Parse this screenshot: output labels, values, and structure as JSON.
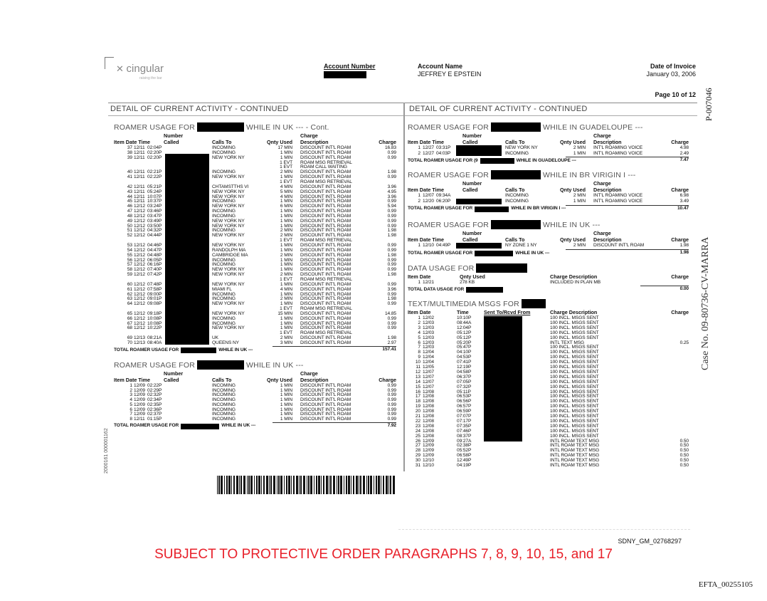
{
  "header": {
    "logo": "cingular",
    "logo_tagline": "raising the bar",
    "account_number_label": "Account Number",
    "account_name_label": "Account Name",
    "account_name": "JEFFREY E EPSTEIN",
    "date_label": "Date of Invoice",
    "date": "January 03, 2006",
    "page": "Page 10 of 12",
    "stamp_top": "P-007046"
  },
  "panels": {
    "left_title": "DETAIL OF CURRENT ACTIVITY - CONTINUED",
    "right_title": "DETAIL OF CURRENT ACTIVITY - CONTINUED"
  },
  "cols": {
    "number": "Number",
    "called": "Called",
    "item_date_time": "Item Date Time",
    "item_date": "Item Date",
    "time": "Time",
    "calls_to": "Calls To",
    "qnty": "Qnty Used",
    "charge_top": "Charge",
    "description": "Description",
    "charge": "Charge",
    "charge_description": "Charge Description",
    "sent_to": "Sent To/Rcvd From"
  },
  "sections": [
    {
      "id": "uk-cont",
      "title_a": "ROAMER USAGE FOR",
      "title_b": "WHILE IN UK --- - Cont.",
      "total_a": "TOTAL ROAMER USAGE FOR",
      "total_b": "WHILE IN UK ---",
      "total": "157.41",
      "rows": [
        [
          "37",
          "12/11",
          "02:04P",
          "INCOMING",
          "17 MIN",
          "DISCOUNT INT'L ROAM",
          "16.83"
        ],
        [
          "38",
          "12/11",
          "02:20P",
          "INCOMING",
          "1 MIN",
          "DISCOUNT INT'L ROAM",
          "0.99"
        ],
        [
          "39",
          "12/11",
          "02:20P",
          "NEW YORK NY",
          "1 MIN",
          "DISCOUNT INT'L ROAM",
          "0.99"
        ],
        [
          "",
          "",
          "",
          "",
          "1 EVT",
          "ROAM MSG RETRIEVAL",
          ""
        ],
        [
          "",
          "",
          "",
          "",
          "1 EVT",
          "ROAM CALL WAITING",
          ""
        ],
        [
          "40",
          "12/11",
          "02:21P",
          "INCOMING",
          "2 MIN",
          "DISCOUNT INT'L ROAM",
          "1.98"
        ],
        [
          "41",
          "12/11",
          "02:22P",
          "NEW YORK NY",
          "1 MIN",
          "DISCOUNT INT'L ROAM",
          "0.99"
        ],
        [
          "",
          "",
          "",
          "",
          "1 EVT",
          "ROAM MSG RETRIEVAL",
          ""
        ],
        [
          "42",
          "12/11",
          "05:21P",
          "CHTAMSTTHS VI",
          "4 MIN",
          "DISCOUNT INT'L ROAM",
          "3.96"
        ],
        [
          "43",
          "12/11",
          "05:24P",
          "NEW YORK NY",
          "5 MIN",
          "DISCOUNT INT'L ROAM",
          "4.95"
        ],
        [
          "44",
          "12/11",
          "10:07P",
          "NEW YORK NY",
          "4 MIN",
          "DISCOUNT INT'L ROAM",
          "3.96"
        ],
        [
          "45",
          "12/11",
          "10:37P",
          "INCOMING",
          "1 MIN",
          "DISCOUNT INT'L ROAM",
          "0.99"
        ],
        [
          "46",
          "12/12",
          "03:24P",
          "NEW YORK NY",
          "6 MIN",
          "DISCOUNT INT'L ROAM",
          "5.94"
        ],
        [
          "47",
          "12/12",
          "03:46P",
          "INCOMING",
          "1 MIN",
          "DISCOUNT INT'L ROAM",
          "0.99"
        ],
        [
          "48",
          "12/12",
          "03:47P",
          "INCOMING",
          "1 MIN",
          "DISCOUNT INT'L ROAM",
          "0.99"
        ],
        [
          "49",
          "12/12",
          "03:49P",
          "NEW YORK NY",
          "1 MIN",
          "DISCOUNT INT'L ROAM",
          "0.99"
        ],
        [
          "50",
          "12/12",
          "03:50P",
          "NEW YORK NY",
          "1 MIN",
          "DISCOUNT INT'L ROAM",
          "0.99"
        ],
        [
          "51",
          "12/12",
          "04:32P",
          "INCOMING",
          "2 MIN",
          "DISCOUNT INT'L ROAM",
          "1.98"
        ],
        [
          "52",
          "12/12",
          "04:44P",
          "NEW YORK NY",
          "2 MIN",
          "DISCOUNT INT'L ROAM",
          "1.98"
        ],
        [
          "",
          "",
          "",
          "",
          "1 EVT",
          "ROAM MSG RETRIEVAL",
          ""
        ],
        [
          "53",
          "12/12",
          "04:46P",
          "NEW YORK NY",
          "1 MIN",
          "DISCOUNT INT'L ROAM",
          "0.99"
        ],
        [
          "54",
          "12/12",
          "04:47P",
          "RANDOLPH MA",
          "1 MIN",
          "DISCOUNT INT'L ROAM",
          "0.99"
        ],
        [
          "55",
          "12/12",
          "04:48P",
          "CAMBRIDGE MA",
          "2 MIN",
          "DISCOUNT INT'L ROAM",
          "1.98"
        ],
        [
          "56",
          "12/12",
          "06:05P",
          "INCOMING",
          "1 MIN",
          "DISCOUNT INT'L ROAM",
          "0.99"
        ],
        [
          "57",
          "12/12",
          "06:16P",
          "INCOMING",
          "1 MIN",
          "DISCOUNT INT'L ROAM",
          "0.99"
        ],
        [
          "58",
          "12/12",
          "07:40P",
          "NEW YORK NY",
          "1 MIN",
          "DISCOUNT INT'L ROAM",
          "0.99"
        ],
        [
          "59",
          "12/12",
          "07:42P",
          "NEW YORK NY",
          "2 MIN",
          "DISCOUNT INT'L ROAM",
          "1.98"
        ],
        [
          "",
          "",
          "",
          "",
          "1 EVT",
          "ROAM MSG RETRIEVAL",
          ""
        ],
        [
          "60",
          "12/12",
          "07:48P",
          "NEW YORK NY",
          "1 MIN",
          "DISCOUNT INT'L ROAM",
          "0.99"
        ],
        [
          "61",
          "12/12",
          "07:58P",
          "MIAMI FL",
          "4 MIN",
          "DISCOUNT INT'L ROAM",
          "3.96"
        ],
        [
          "62",
          "12/12",
          "09:00P",
          "INCOMING",
          "1 MIN",
          "DISCOUNT INT'L ROAM",
          "0.99"
        ],
        [
          "63",
          "12/12",
          "09:01P",
          "INCOMING",
          "2 MIN",
          "DISCOUNT INT'L ROAM",
          "1.98"
        ],
        [
          "64",
          "12/12",
          "09:08P",
          "NEW YORK NY",
          "1 MIN",
          "DISCOUNT INT'L ROAM",
          "0.99"
        ],
        [
          "",
          "",
          "",
          "",
          "1 EVT",
          "ROAM MSG RETRIEVAL",
          ""
        ],
        [
          "65",
          "12/12",
          "09:18P",
          "NEW YORK NY",
          "15 MIN",
          "DISCOUNT INT'L ROAM",
          "14.85"
        ],
        [
          "66",
          "12/12",
          "10:08P",
          "INCOMING",
          "1 MIN",
          "DISCOUNT INT'L ROAM",
          "0.99"
        ],
        [
          "67",
          "12/12",
          "10:08P",
          "INCOMING",
          "1 MIN",
          "DISCOUNT INT'L ROAM",
          "0.99"
        ],
        [
          "68",
          "12/12",
          "10:22P",
          "NEW YORK NY",
          "1 MIN",
          "DISCOUNT INT'L ROAM",
          "0.99"
        ],
        [
          "",
          "",
          "",
          "",
          "1 EVT",
          "ROAM MSG RETRIEVAL",
          ""
        ],
        [
          "69",
          "12/13",
          "08:21A",
          "UK",
          "2 MIN",
          "DISCOUNT INT'L ROAM",
          "1.98"
        ],
        [
          "70",
          "12/13",
          "08:40A",
          "QUEENS NY",
          "3 MIN",
          "DISCOUNT INT'L ROAM",
          "2.97"
        ]
      ]
    },
    {
      "id": "uk-2",
      "title_a": "ROAMER USAGE FOR",
      "title_b": "WHILE IN UK ---",
      "total_a": "TOTAL ROAMER USAGE FOR",
      "total_b": "WHILE IN UK ---",
      "total": "7.92",
      "rows": [
        [
          "1",
          "12/09",
          "02:22P",
          "INCOMING",
          "1 MIN",
          "DISCOUNT INT'L ROAM",
          "0.99"
        ],
        [
          "2",
          "12/09",
          "02:29P",
          "INCOMING",
          "1 MIN",
          "DISCOUNT INT'L ROAM",
          "0.99"
        ],
        [
          "3",
          "12/09",
          "02:32P",
          "INCOMING",
          "1 MIN",
          "DISCOUNT INT'L ROAM",
          "0.99"
        ],
        [
          "4",
          "12/09",
          "02:34P",
          "INCOMING",
          "1 MIN",
          "DISCOUNT INT'L ROAM",
          "0.99"
        ],
        [
          "5",
          "12/09",
          "02:35P",
          "INCOMING",
          "1 MIN",
          "DISCOUNT INT'L ROAM",
          "0.99"
        ],
        [
          "6",
          "12/09",
          "02:36P",
          "INCOMING",
          "1 MIN",
          "DISCOUNT INT'L ROAM",
          "0.99"
        ],
        [
          "7",
          "12/09",
          "02:37P",
          "INCOMING",
          "1 MIN",
          "DISCOUNT INT'L ROAM",
          "0.99"
        ],
        [
          "8",
          "12/11",
          "01:15P",
          "INCOMING",
          "1 MIN",
          "DISCOUNT INT'L ROAM",
          "0.99"
        ]
      ]
    },
    {
      "id": "guadeloupe",
      "title_a": "ROAMER USAGE FOR",
      "title_b": "WHILE IN GUADELOUPE ---",
      "total_a": "TOTAL ROAMER USAGE FOR (9",
      "total_b": "WHILE IN GUADELOUPE ---",
      "total": "7.47",
      "rows": [
        [
          "1",
          "12/27",
          "03:31P",
          "NEW YORK NY",
          "2 MIN",
          "INT'L ROAMING VOICE",
          "4.98"
        ],
        [
          "2",
          "12/27",
          "04:03P",
          "INCOMING",
          "1 MIN",
          "INT'L ROAMING VOICE",
          "2.49"
        ]
      ]
    },
    {
      "id": "brvirgin",
      "title_a": "ROAMER USAGE FOR",
      "title_b": "WHILE IN BR VIRIGIN I ---",
      "total_a": "TOTAL ROAMER USAGE FOR",
      "total_b": "WHILE IN BR VIRIGIN I ---",
      "total": "10.47",
      "rows": [
        [
          "1",
          "12/07",
          "09:34A",
          "INCOMING",
          "2 MIN",
          "INT'L ROAMING VOICE",
          "6.98"
        ],
        [
          "2",
          "12/20",
          "06:20P",
          "INCOMING",
          "1 MIN",
          "INT'L ROAMING VOICE",
          "3.49"
        ]
      ]
    },
    {
      "id": "uk-3",
      "title_a": "ROAMER USAGE FOR",
      "title_b": "WHILE IN UK ---",
      "total_a": "TOTAL ROAMER USAGE FOR",
      "total_b": "WHILE IN UK ---",
      "total": "1.98",
      "rows": [
        [
          "1",
          "12/10",
          "04:49P",
          "NY ZONE 1 NY",
          "2 MIN",
          "DISCOUNT INT'L ROAM",
          "1.98"
        ]
      ]
    }
  ],
  "data_usage": {
    "title": "DATA USAGE FOR",
    "total_label": "TOTAL DATA USAGE FOR",
    "total": "0.00",
    "rows": [
      [
        "1",
        "12/21",
        "278 KB",
        "INCLUDED IN PLAN MB",
        ""
      ]
    ]
  },
  "texts": {
    "title": "TEXT/MULTIMEDIA MSGS FOR",
    "rows": [
      [
        "1",
        "12/02",
        "10:10P",
        "100 INCL. MSGS SENT",
        ""
      ],
      [
        "2",
        "12/03",
        "08:44A",
        "100 INCL. MSGS SENT",
        ""
      ],
      [
        "3",
        "12/03",
        "12:04P",
        "100 INCL. MSGS SENT",
        ""
      ],
      [
        "4",
        "12/03",
        "05:12P",
        "100 INCL. MSGS SENT",
        ""
      ],
      [
        "5",
        "12/03",
        "05:12P",
        "100 INCL. MSGS SENT",
        ""
      ],
      [
        "6",
        "12/03",
        "05:20P",
        "INTL TEXT MSG",
        "0.25"
      ],
      [
        "7",
        "12/03",
        "05:47P",
        "100 INCL. MSGS SENT",
        ""
      ],
      [
        "8",
        "12/04",
        "04:10P",
        "100 INCL. MSGS SENT",
        ""
      ],
      [
        "9",
        "12/04",
        "04:53P",
        "100 INCL. MSGS SENT",
        ""
      ],
      [
        "10",
        "12/04",
        "07:41P",
        "100 INCL. MSGS SENT",
        ""
      ],
      [
        "11",
        "12/05",
        "12:19P",
        "100 INCL. MSGS SENT",
        ""
      ],
      [
        "12",
        "12/07",
        "04:58P",
        "100 INCL. MSGS SENT",
        ""
      ],
      [
        "13",
        "12/07",
        "06:37P",
        "100 INCL. MSGS SENT",
        ""
      ],
      [
        "14",
        "12/07",
        "07:05P",
        "100 INCL. MSGS SENT",
        ""
      ],
      [
        "15",
        "12/07",
        "07:32P",
        "100 INCL. MSGS SENT",
        ""
      ],
      [
        "16",
        "12/08",
        "05:11P",
        "100 INCL. MSGS SENT",
        ""
      ],
      [
        "17",
        "12/08",
        "06:53P",
        "100 INCL. MSGS SENT",
        ""
      ],
      [
        "18",
        "12/08",
        "06:56P",
        "100 INCL. MSGS SENT",
        ""
      ],
      [
        "19",
        "12/08",
        "06:57P",
        "100 INCL. MSGS SENT",
        ""
      ],
      [
        "20",
        "12/08",
        "06:59P",
        "100 INCL. MSGS SENT",
        ""
      ],
      [
        "21",
        "12/08",
        "07:07P",
        "100 INCL. MSGS SENT",
        ""
      ],
      [
        "22",
        "12/08",
        "07:17P",
        "100 INCL. MSGS SENT",
        ""
      ],
      [
        "23",
        "12/08",
        "07:35P",
        "100 INCL. MSGS SENT",
        ""
      ],
      [
        "24",
        "12/08",
        "07:46P",
        "100 INCL. MSGS SENT",
        ""
      ],
      [
        "25",
        "12/08",
        "08:37P",
        "100 INCL. MSGS SENT",
        ""
      ],
      [
        "26",
        "12/09",
        "09:27A",
        "INTL ROAM TEXT MSG",
        "0.50"
      ],
      [
        "27",
        "12/09",
        "02:38P",
        "INTL ROAM TEXT MSG",
        "0.50"
      ],
      [
        "28",
        "12/09",
        "05:52P",
        "INTL ROAM TEXT MSG",
        "0.50"
      ],
      [
        "29",
        "12/09",
        "06:58P",
        "INTL ROAM TEXT MSG",
        "0.50"
      ],
      [
        "30",
        "12/10",
        "12:49P",
        "INTL ROAM TEXT MSG",
        "0.50"
      ],
      [
        "31",
        "12/10",
        "04:19P",
        "INTL ROAM TEXT MSG",
        "0.50"
      ]
    ]
  },
  "stamps": {
    "case_no": "Case No. 09-80736-CV-MARRA",
    "side_code": "2000161 000001162"
  },
  "footer": {
    "bates": "SDNY_GM_02768297",
    "protective": "SUBJECT TO PROTECTIVE ORDER PARAGRAPHS 7, 8, 9, 10, 15, and 17",
    "efta": "EFTA_00255105"
  }
}
